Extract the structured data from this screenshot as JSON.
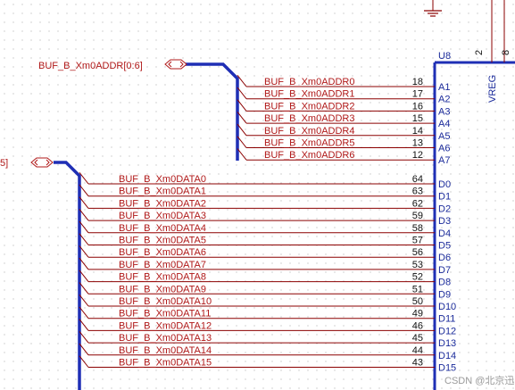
{
  "colors": {
    "background": "#ffffff",
    "grid_dot": "#c8c8c8",
    "bus": "#1f2fb5",
    "wire": "#8b0000",
    "net_label": "#b01818",
    "pin_text": "#1a2a9a",
    "pin_number": "#111111",
    "component_body": "#1f2fb5",
    "watermark": "#9a9a9a"
  },
  "component": {
    "designator": "U8",
    "top_pin_numbers": [
      "2",
      "8"
    ],
    "power_pin_label": "VREG",
    "icons": [
      "ground-icon"
    ]
  },
  "address_bus": {
    "label": "BUF_B_Xm0ADDR[0:6]",
    "port_icon": "bidirectional-port-icon",
    "nets": [
      {
        "net": "BUF_B_Xm0ADDR0",
        "pin": "18",
        "name": "A1"
      },
      {
        "net": "BUF_B_Xm0ADDR1",
        "pin": "17",
        "name": "A2"
      },
      {
        "net": "BUF_B_Xm0ADDR2",
        "pin": "16",
        "name": "A3"
      },
      {
        "net": "BUF_B_Xm0ADDR3",
        "pin": "15",
        "name": "A4"
      },
      {
        "net": "BUF_B_Xm0ADDR4",
        "pin": "14",
        "name": "A5"
      },
      {
        "net": "BUF_B_Xm0ADDR5",
        "pin": "13",
        "name": "A6"
      },
      {
        "net": "BUF_B_Xm0ADDR6",
        "pin": "12",
        "name": "A7"
      }
    ]
  },
  "data_bus": {
    "label_fragment": "5]",
    "port_icon": "bidirectional-port-icon",
    "nets": [
      {
        "net": "BUF_B_Xm0DATA0",
        "pin": "64",
        "name": "D0"
      },
      {
        "net": "BUF_B_Xm0DATA1",
        "pin": "63",
        "name": "D1"
      },
      {
        "net": "BUF_B_Xm0DATA2",
        "pin": "62",
        "name": "D2"
      },
      {
        "net": "BUF_B_Xm0DATA3",
        "pin": "59",
        "name": "D3"
      },
      {
        "net": "BUF_B_Xm0DATA4",
        "pin": "58",
        "name": "D4"
      },
      {
        "net": "BUF_B_Xm0DATA5",
        "pin": "57",
        "name": "D5"
      },
      {
        "net": "BUF_B_Xm0DATA6",
        "pin": "56",
        "name": "D6"
      },
      {
        "net": "BUF_B_Xm0DATA7",
        "pin": "53",
        "name": "D7"
      },
      {
        "net": "BUF_B_Xm0DATA8",
        "pin": "52",
        "name": "D8"
      },
      {
        "net": "BUF_B_Xm0DATA9",
        "pin": "51",
        "name": "D9"
      },
      {
        "net": "BUF_B_Xm0DATA10",
        "pin": "50",
        "name": "D10"
      },
      {
        "net": "BUF_B_Xm0DATA11",
        "pin": "49",
        "name": "D11"
      },
      {
        "net": "BUF_B_Xm0DATA12",
        "pin": "46",
        "name": "D12"
      },
      {
        "net": "BUF_B_Xm0DATA13",
        "pin": "45",
        "name": "D13"
      },
      {
        "net": "BUF_B_Xm0DATA14",
        "pin": "44",
        "name": "D14"
      },
      {
        "net": "BUF_B_Xm0DATA15",
        "pin": "43",
        "name": "D15"
      }
    ]
  },
  "watermark": "CSDN @北京迅为"
}
